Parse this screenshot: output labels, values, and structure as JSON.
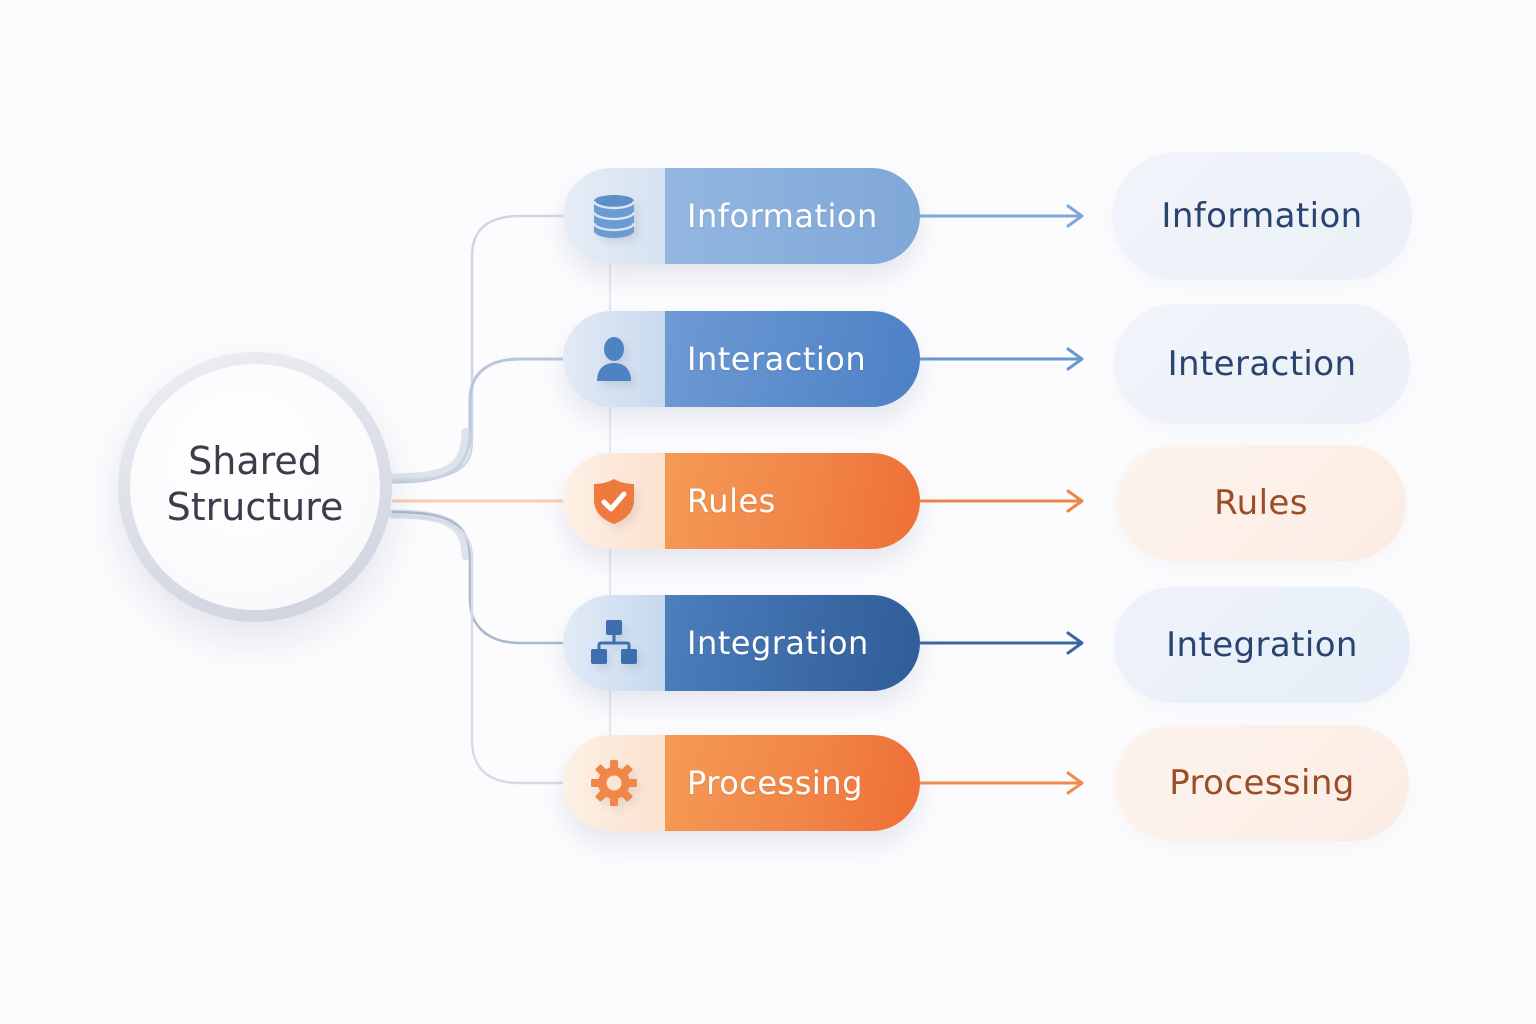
{
  "hub": {
    "label_line1": "Shared",
    "label_line2": "Structure"
  },
  "components": [
    {
      "label": "Information",
      "icon": "database-icon",
      "theme": "blue-light",
      "color": "#7fa7d8"
    },
    {
      "label": "Interaction",
      "icon": "user-icon",
      "theme": "blue-mid",
      "color": "#5b8bcc"
    },
    {
      "label": "Rules",
      "icon": "shield-check-icon",
      "theme": "orange",
      "color": "#f18548"
    },
    {
      "label": "Integration",
      "icon": "hierarchy-icon",
      "theme": "blue-dark",
      "color": "#3a69a6"
    },
    {
      "label": "Processing",
      "icon": "gear-icon",
      "theme": "orange",
      "color": "#f18548"
    }
  ],
  "outcomes": [
    {
      "label": "Information",
      "theme": "blue"
    },
    {
      "label": "Interaction",
      "theme": "blue"
    },
    {
      "label": "Rules",
      "theme": "orange"
    },
    {
      "label": "Integration",
      "theme": "blue-strong"
    },
    {
      "label": "Processing",
      "theme": "orange"
    }
  ],
  "colors": {
    "background": "#fcfcfe",
    "blue_light": "#7fa7d8",
    "blue_mid": "#5b8bcc",
    "blue_dark": "#3a69a6",
    "orange": "#f18548",
    "outcome_blue_text": "#2a4470",
    "outcome_orange_text": "#9a4e28",
    "hub_text": "#3a3d4a"
  }
}
